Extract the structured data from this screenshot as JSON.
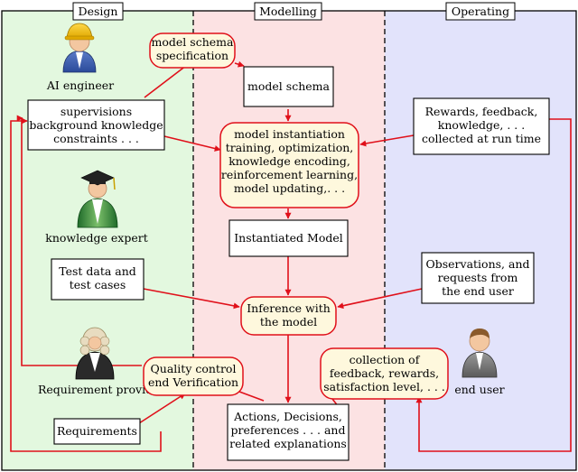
{
  "lanes": {
    "design": "Design",
    "modelling": "Modelling",
    "operating": "Operating"
  },
  "roles": {
    "ai_engineer": "AI engineer",
    "knowledge_expert": "knowledge expert",
    "requirement_provider": "Requirement provider",
    "end_user": "end user"
  },
  "boxes": {
    "model_schema_spec": [
      "model schema",
      "specification"
    ],
    "model_schema": [
      "model schema"
    ],
    "supervisions": [
      "supervisions",
      "background knowledge",
      "constraints . . ."
    ],
    "model_instantiation": [
      "model instantiation",
      "training, optimization,",
      "knowledge encoding,",
      "reinforcement learning,",
      "model updating,. . ."
    ],
    "rewards_feedback": [
      "Rewards, feedback,",
      "knowledge, . . .",
      "collected at run time"
    ],
    "instantiated_model": [
      "Instantiated Model"
    ],
    "test_data": [
      "Test data and",
      "test cases"
    ],
    "inference": [
      "Inference with",
      "the model"
    ],
    "observations": [
      "Observations, and",
      "requests from",
      "the end user"
    ],
    "quality_control": [
      "Quality control",
      "end Verification"
    ],
    "collection_feedback": [
      "collection of",
      "feedback, rewards,",
      "satisfaction level, . . ."
    ],
    "requirements": [
      "Requirements"
    ],
    "actions": [
      "Actions, Decisions,",
      "preferences . . . and",
      "related explanations"
    ]
  },
  "colors": {
    "design_bg": "#e3f8df",
    "modelling_bg": "#fce2e3",
    "operating_bg": "#e2e3fb",
    "arrow": "#e0101a",
    "highlight_fill": "#fef8dd",
    "highlight_stroke": "#e0101a"
  }
}
